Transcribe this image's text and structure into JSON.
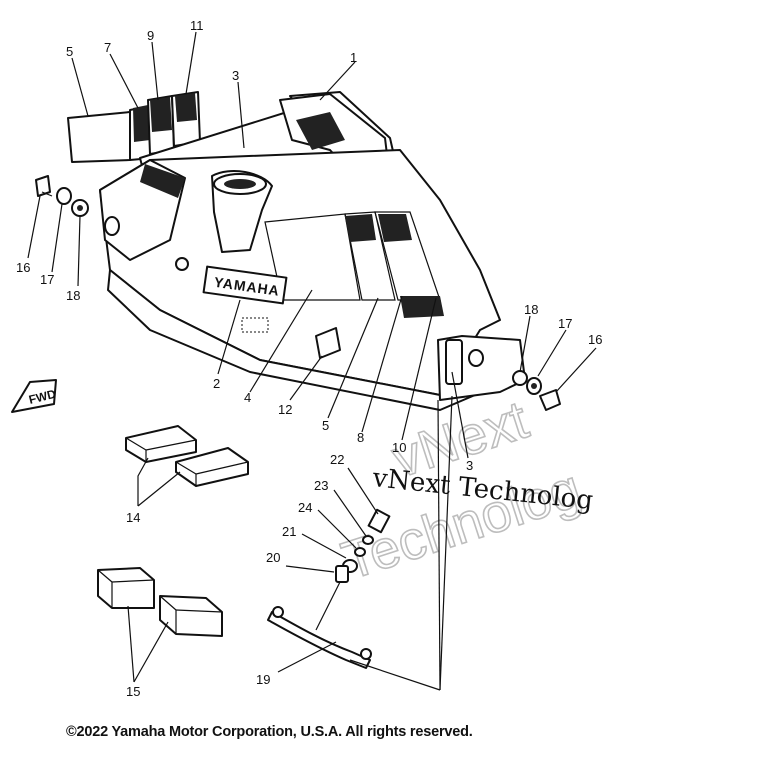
{
  "diagram": {
    "brand_decal": "YAMAHA",
    "fwd_marker": "FWD",
    "callouts": [
      {
        "id": "c1",
        "label": "1"
      },
      {
        "id": "c2",
        "label": "2"
      },
      {
        "id": "c3a",
        "label": "3"
      },
      {
        "id": "c3b",
        "label": "3"
      },
      {
        "id": "c4",
        "label": "4"
      },
      {
        "id": "c5a",
        "label": "5"
      },
      {
        "id": "c5b",
        "label": "5"
      },
      {
        "id": "c7",
        "label": "7"
      },
      {
        "id": "c8",
        "label": "8"
      },
      {
        "id": "c9",
        "label": "9"
      },
      {
        "id": "c10",
        "label": "10"
      },
      {
        "id": "c11",
        "label": "11"
      },
      {
        "id": "c12",
        "label": "12"
      },
      {
        "id": "c14",
        "label": "14"
      },
      {
        "id": "c15",
        "label": "15"
      },
      {
        "id": "c16a",
        "label": "16"
      },
      {
        "id": "c16b",
        "label": "16"
      },
      {
        "id": "c17a",
        "label": "17"
      },
      {
        "id": "c17b",
        "label": "17"
      },
      {
        "id": "c18a",
        "label": "18"
      },
      {
        "id": "c18b",
        "label": "18"
      },
      {
        "id": "c19",
        "label": "19"
      },
      {
        "id": "c20",
        "label": "20"
      },
      {
        "id": "c21",
        "label": "21"
      },
      {
        "id": "c22",
        "label": "22"
      },
      {
        "id": "c23",
        "label": "23"
      },
      {
        "id": "c24",
        "label": "24"
      }
    ]
  },
  "watermark": {
    "line_text": "vNext Technolog",
    "ghost_top": "vNext",
    "ghost_bottom": "Technolog"
  },
  "footer": {
    "copyright": "©2022 Yamaha Motor Corporation, U.S.A. All rights reserved."
  }
}
